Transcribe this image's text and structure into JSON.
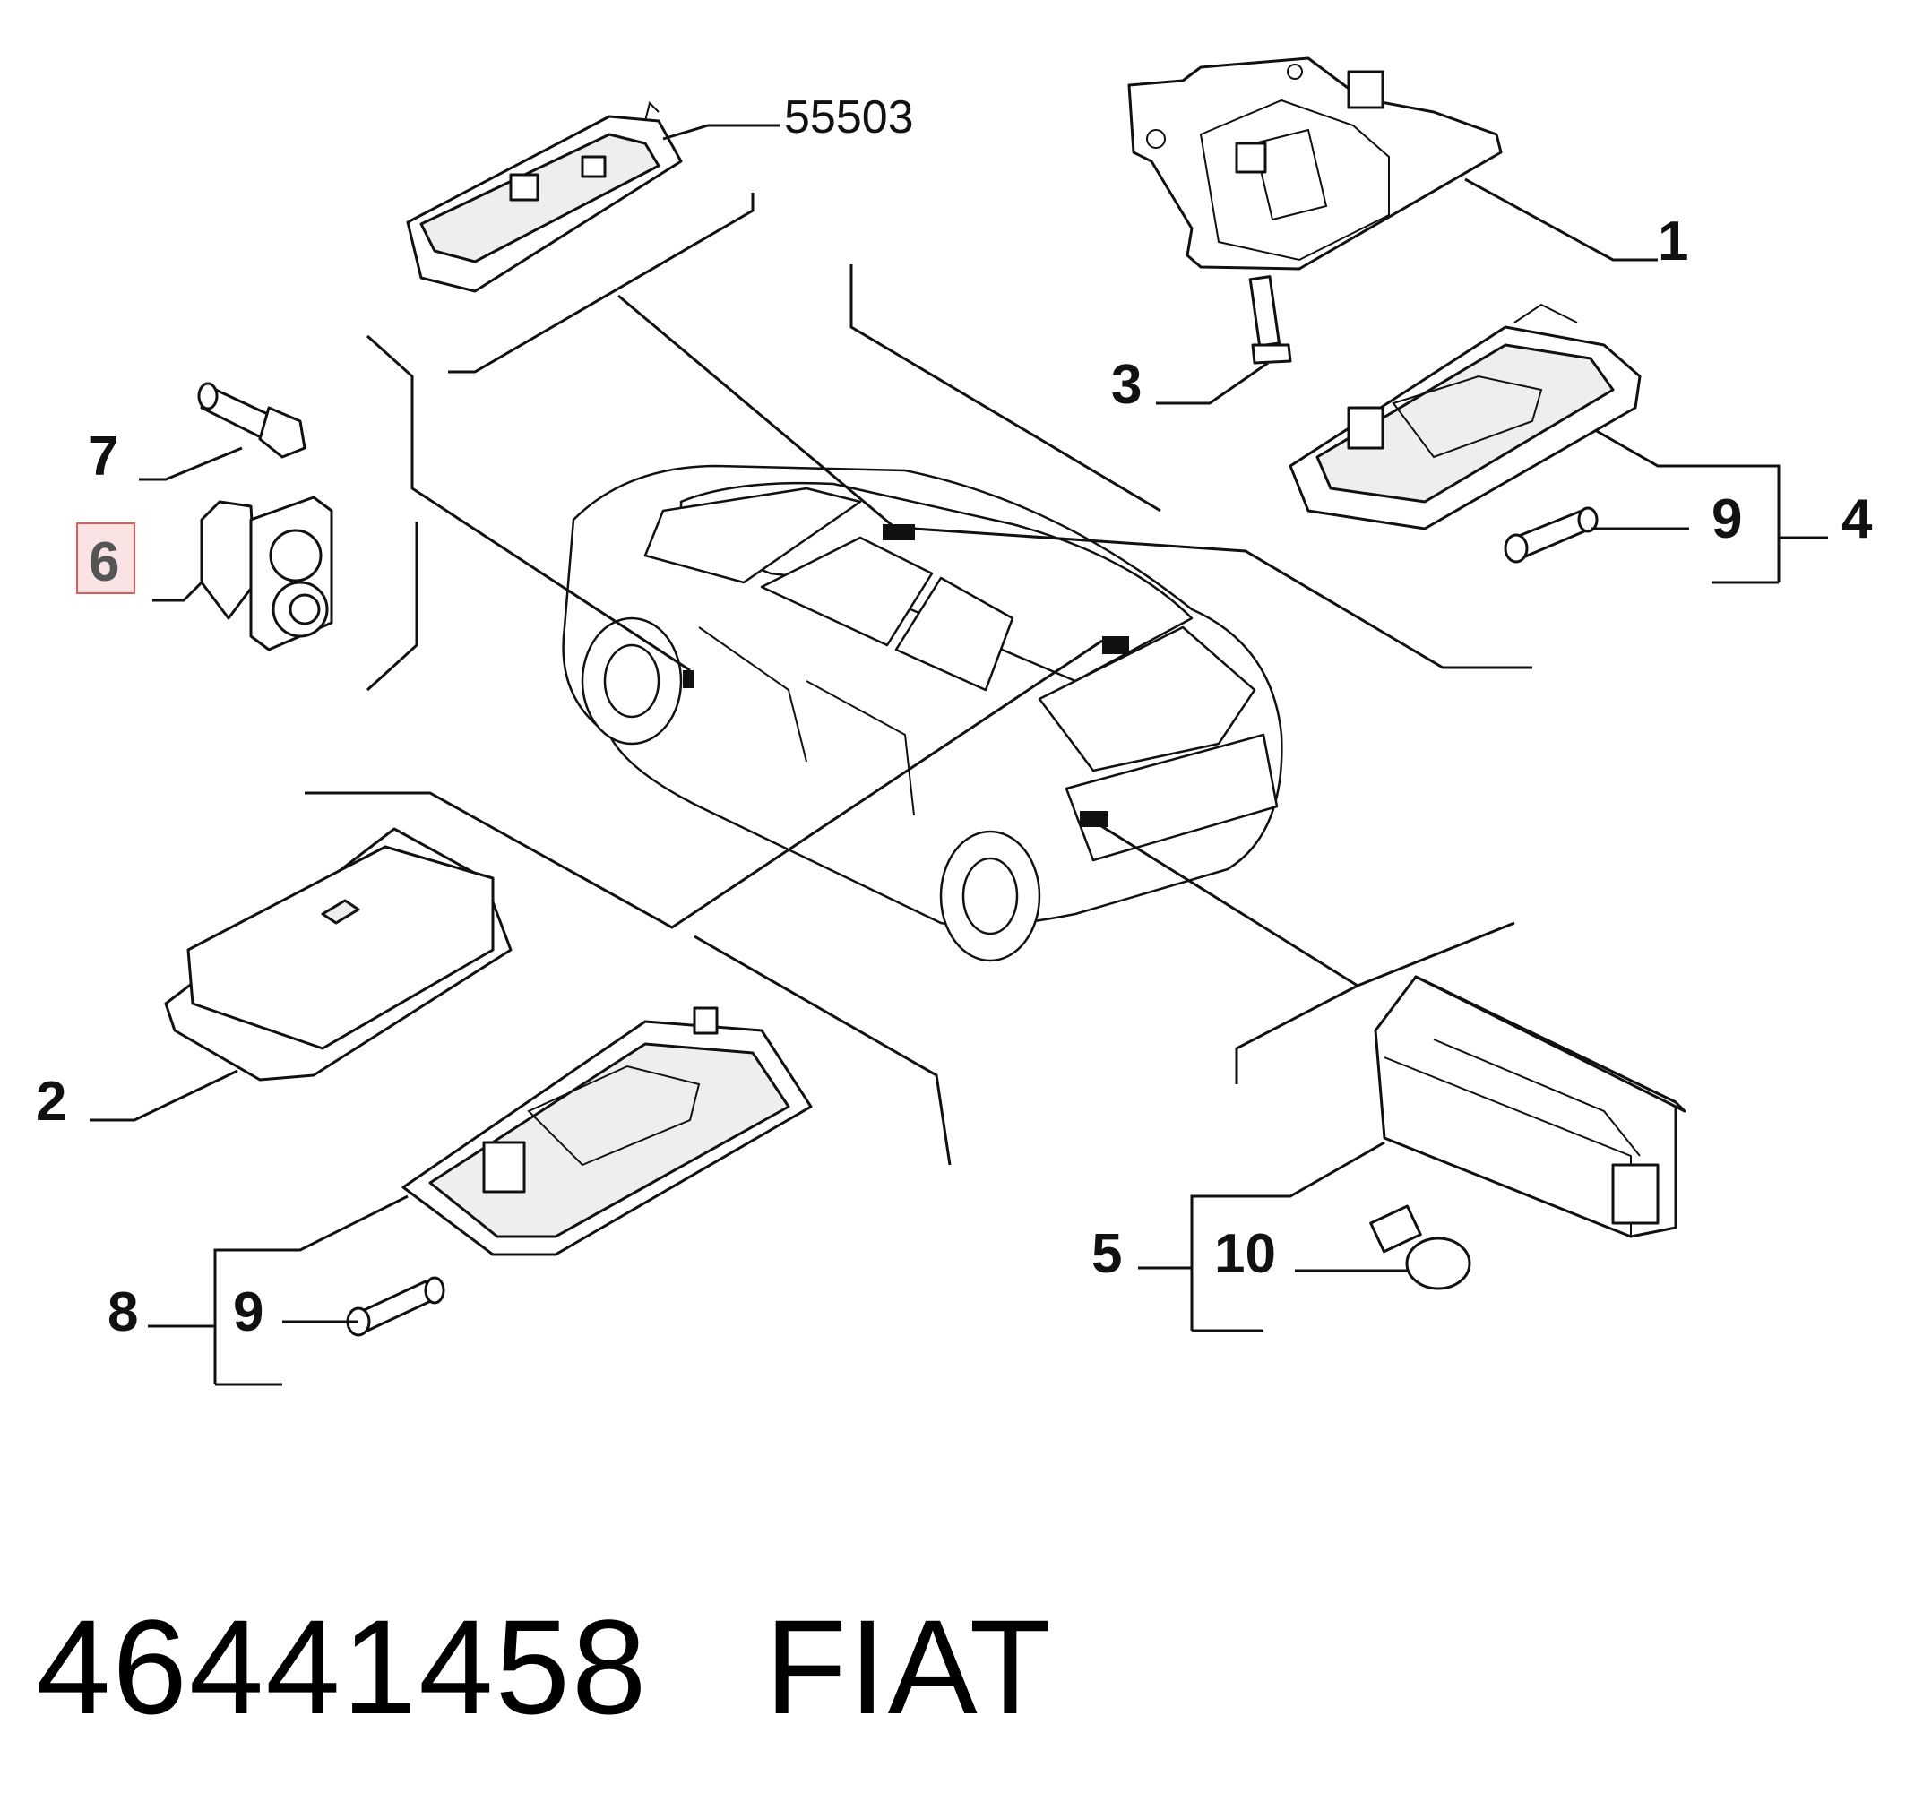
{
  "callouts": {
    "ref": "55503",
    "c1": "1",
    "c2": "2",
    "c3": "3",
    "c4": "4",
    "c5": "5",
    "c6": "6",
    "c7": "7",
    "c8": "8",
    "c9a": "9",
    "c9b": "9",
    "c10": "10"
  },
  "highlight": {
    "callout": "6",
    "border_color": "#e05a5a",
    "fill_color": "#f9e3e3"
  },
  "footer": {
    "part_number": "46441458",
    "brand": "FIAT"
  }
}
